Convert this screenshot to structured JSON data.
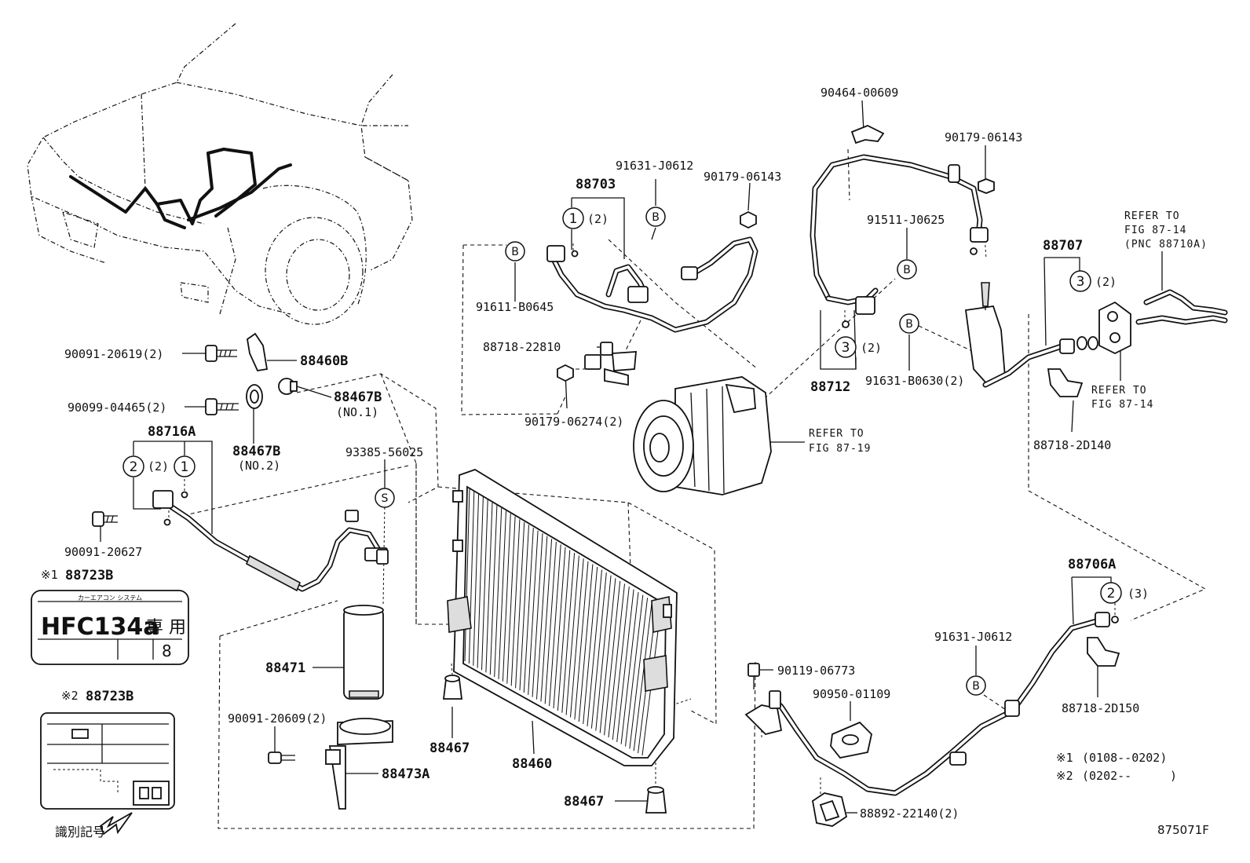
{
  "parts": {
    "p90091_20619": "90091-20619(2)",
    "p88460B": "88460B",
    "p90099_04465": "90099-04465(2)",
    "p88467B_1": "88467B",
    "p88467B_1_note": "(NO.1)",
    "p88467B_2": "88467B",
    "p88467B_2_note": "(NO.2)",
    "p88716A": "88716A",
    "p90091_20627": "90091-20627",
    "p93385_56025": "93385-56025",
    "p88471": "88471",
    "p90091_20609": "90091-20609(2)",
    "p88473A": "88473A",
    "p88467_a": "88467",
    "p88467_b": "88467",
    "p88460": "88460",
    "p88703": "88703",
    "p91631_J0612_a": "91631-J0612",
    "p90179_06143_a": "90179-06143",
    "p91611_B0645": "91611-B0645",
    "p88718_22810": "88718-22810",
    "p90179_06274": "90179-06274(2)",
    "p90464_00609": "90464-00609",
    "p90179_06143_b": "90179-06143",
    "p91511_J0625": "91511-J0625",
    "p88712": "88712",
    "p88707": "88707",
    "p91631_B0630": "91631-B0630(2)",
    "p88718_2D140": "88718-2D140",
    "p88706A": "88706A",
    "p91631_J0612_b": "91631-J0612",
    "p88718_2D150": "88718-2D150",
    "p90119_06773": "90119-06773",
    "p90950_01109": "90950-01109",
    "p88892_22140": "88892-22140(2)"
  },
  "quantities": {
    "q2": "(2)",
    "q3": "(3)"
  },
  "marks": {
    "one": "1",
    "two": "2",
    "three": "3",
    "b": "B",
    "s": "S"
  },
  "refs": {
    "refer_to": "REFER TO",
    "fig_87_14": "FIG 87-14",
    "pnc_88710A": "(PNC 88710A)",
    "fig_87_19": "FIG 87-19"
  },
  "labels": {
    "l1_prefix": "※1",
    "l1_part": "88723B",
    "l2_prefix": "※2",
    "l2_part": "88723B",
    "l1_title": "カーエアコン システム",
    "l1_main": "HFC134a",
    "l1_kanji": "専 用",
    "l1_num": "8",
    "id_caption": "識別記号"
  },
  "footnotes": {
    "n1_mark": "※1",
    "n1_range": "(0108--0202)",
    "n2_mark": "※2",
    "n2_range": "(0202--",
    "n2_close": ")"
  },
  "figure_id": "875071F"
}
